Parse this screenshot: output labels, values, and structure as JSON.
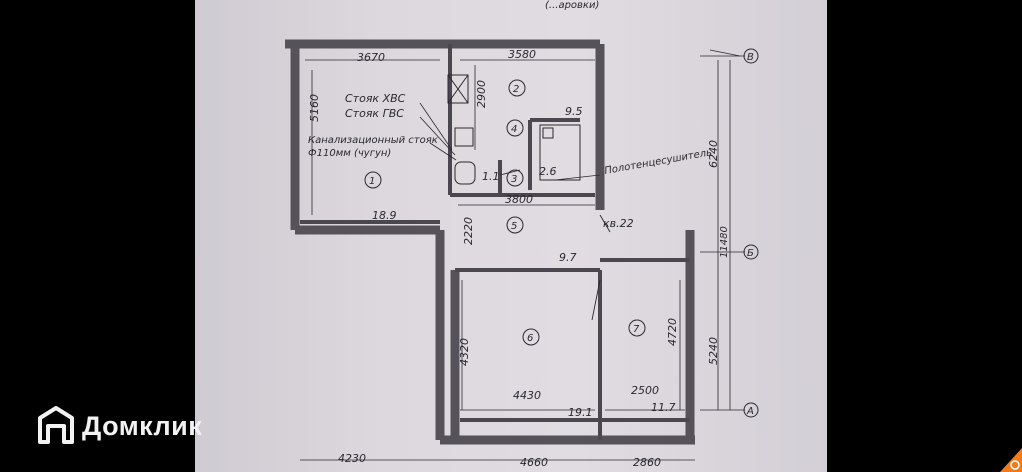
{
  "page_top_caption": "(...аровки)",
  "axes": {
    "top": "В",
    "middle": "Б",
    "bottom": "А"
  },
  "dimensions": {
    "top_left": "3670",
    "top_right": "3580",
    "room1_height": "5160",
    "room2_height": "2900",
    "corridor_width": "3800",
    "corridor_height": "2220",
    "right_upper": "6240",
    "right_total": "11480",
    "right_lower": "5240",
    "room6_height": "4320",
    "room7_height": "4720",
    "room6_width": "4430",
    "room7_width": "2500",
    "bottom_left": "4230",
    "bottom_mid": "4660",
    "bottom_right": "2860"
  },
  "rooms": {
    "r1": {
      "num": "1",
      "area": "18.9"
    },
    "r2": {
      "num": "2",
      "area": "9.5"
    },
    "r3": {
      "num": "3",
      "area": "1.1"
    },
    "r4": {
      "num": "4",
      "area": "2.6"
    },
    "r5": {
      "num": "5",
      "area": "9.7"
    },
    "r6": {
      "num": "6",
      "area": "19.1"
    },
    "r7": {
      "num": "7",
      "area": "11.7"
    }
  },
  "labels": {
    "cold_riser": "Стояк ХВС",
    "hot_riser": "Стояк ГВС",
    "sewer_riser_1": "Канализационный стояк",
    "sewer_riser_2": "Ф110мм (чугун)",
    "towel_dryer": "Полотенцесушитель",
    "apartment": "кв.22"
  },
  "watermark": {
    "brand": "Домклик"
  },
  "colors": {
    "paper": "#dcd8dd",
    "ink": "#2a2830",
    "background": "#000000"
  }
}
